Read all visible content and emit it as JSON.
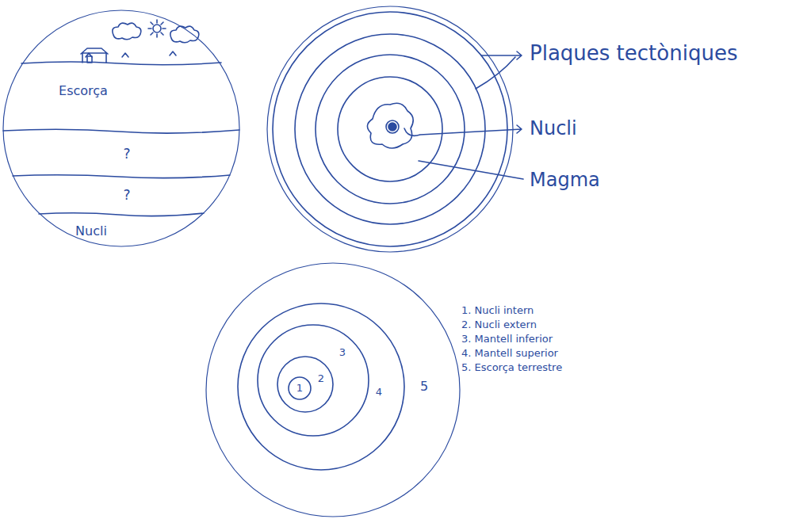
{
  "diagram": {
    "nodes": [
      {
        "text": [
          "Escorça",
          "?",
          "?",
          "Nucli"
        ]
      }
    ],
    "labels": [
      "Plaques tectòniques",
      "Nucli",
      "Magma",
      "1",
      "2",
      "3",
      "4",
      "5",
      "1. Nucli intern",
      "2. Nucli extern",
      "3. Mantell inferior",
      "4. Mantell superior",
      "5. Escorça terrestre"
    ]
  }
}
